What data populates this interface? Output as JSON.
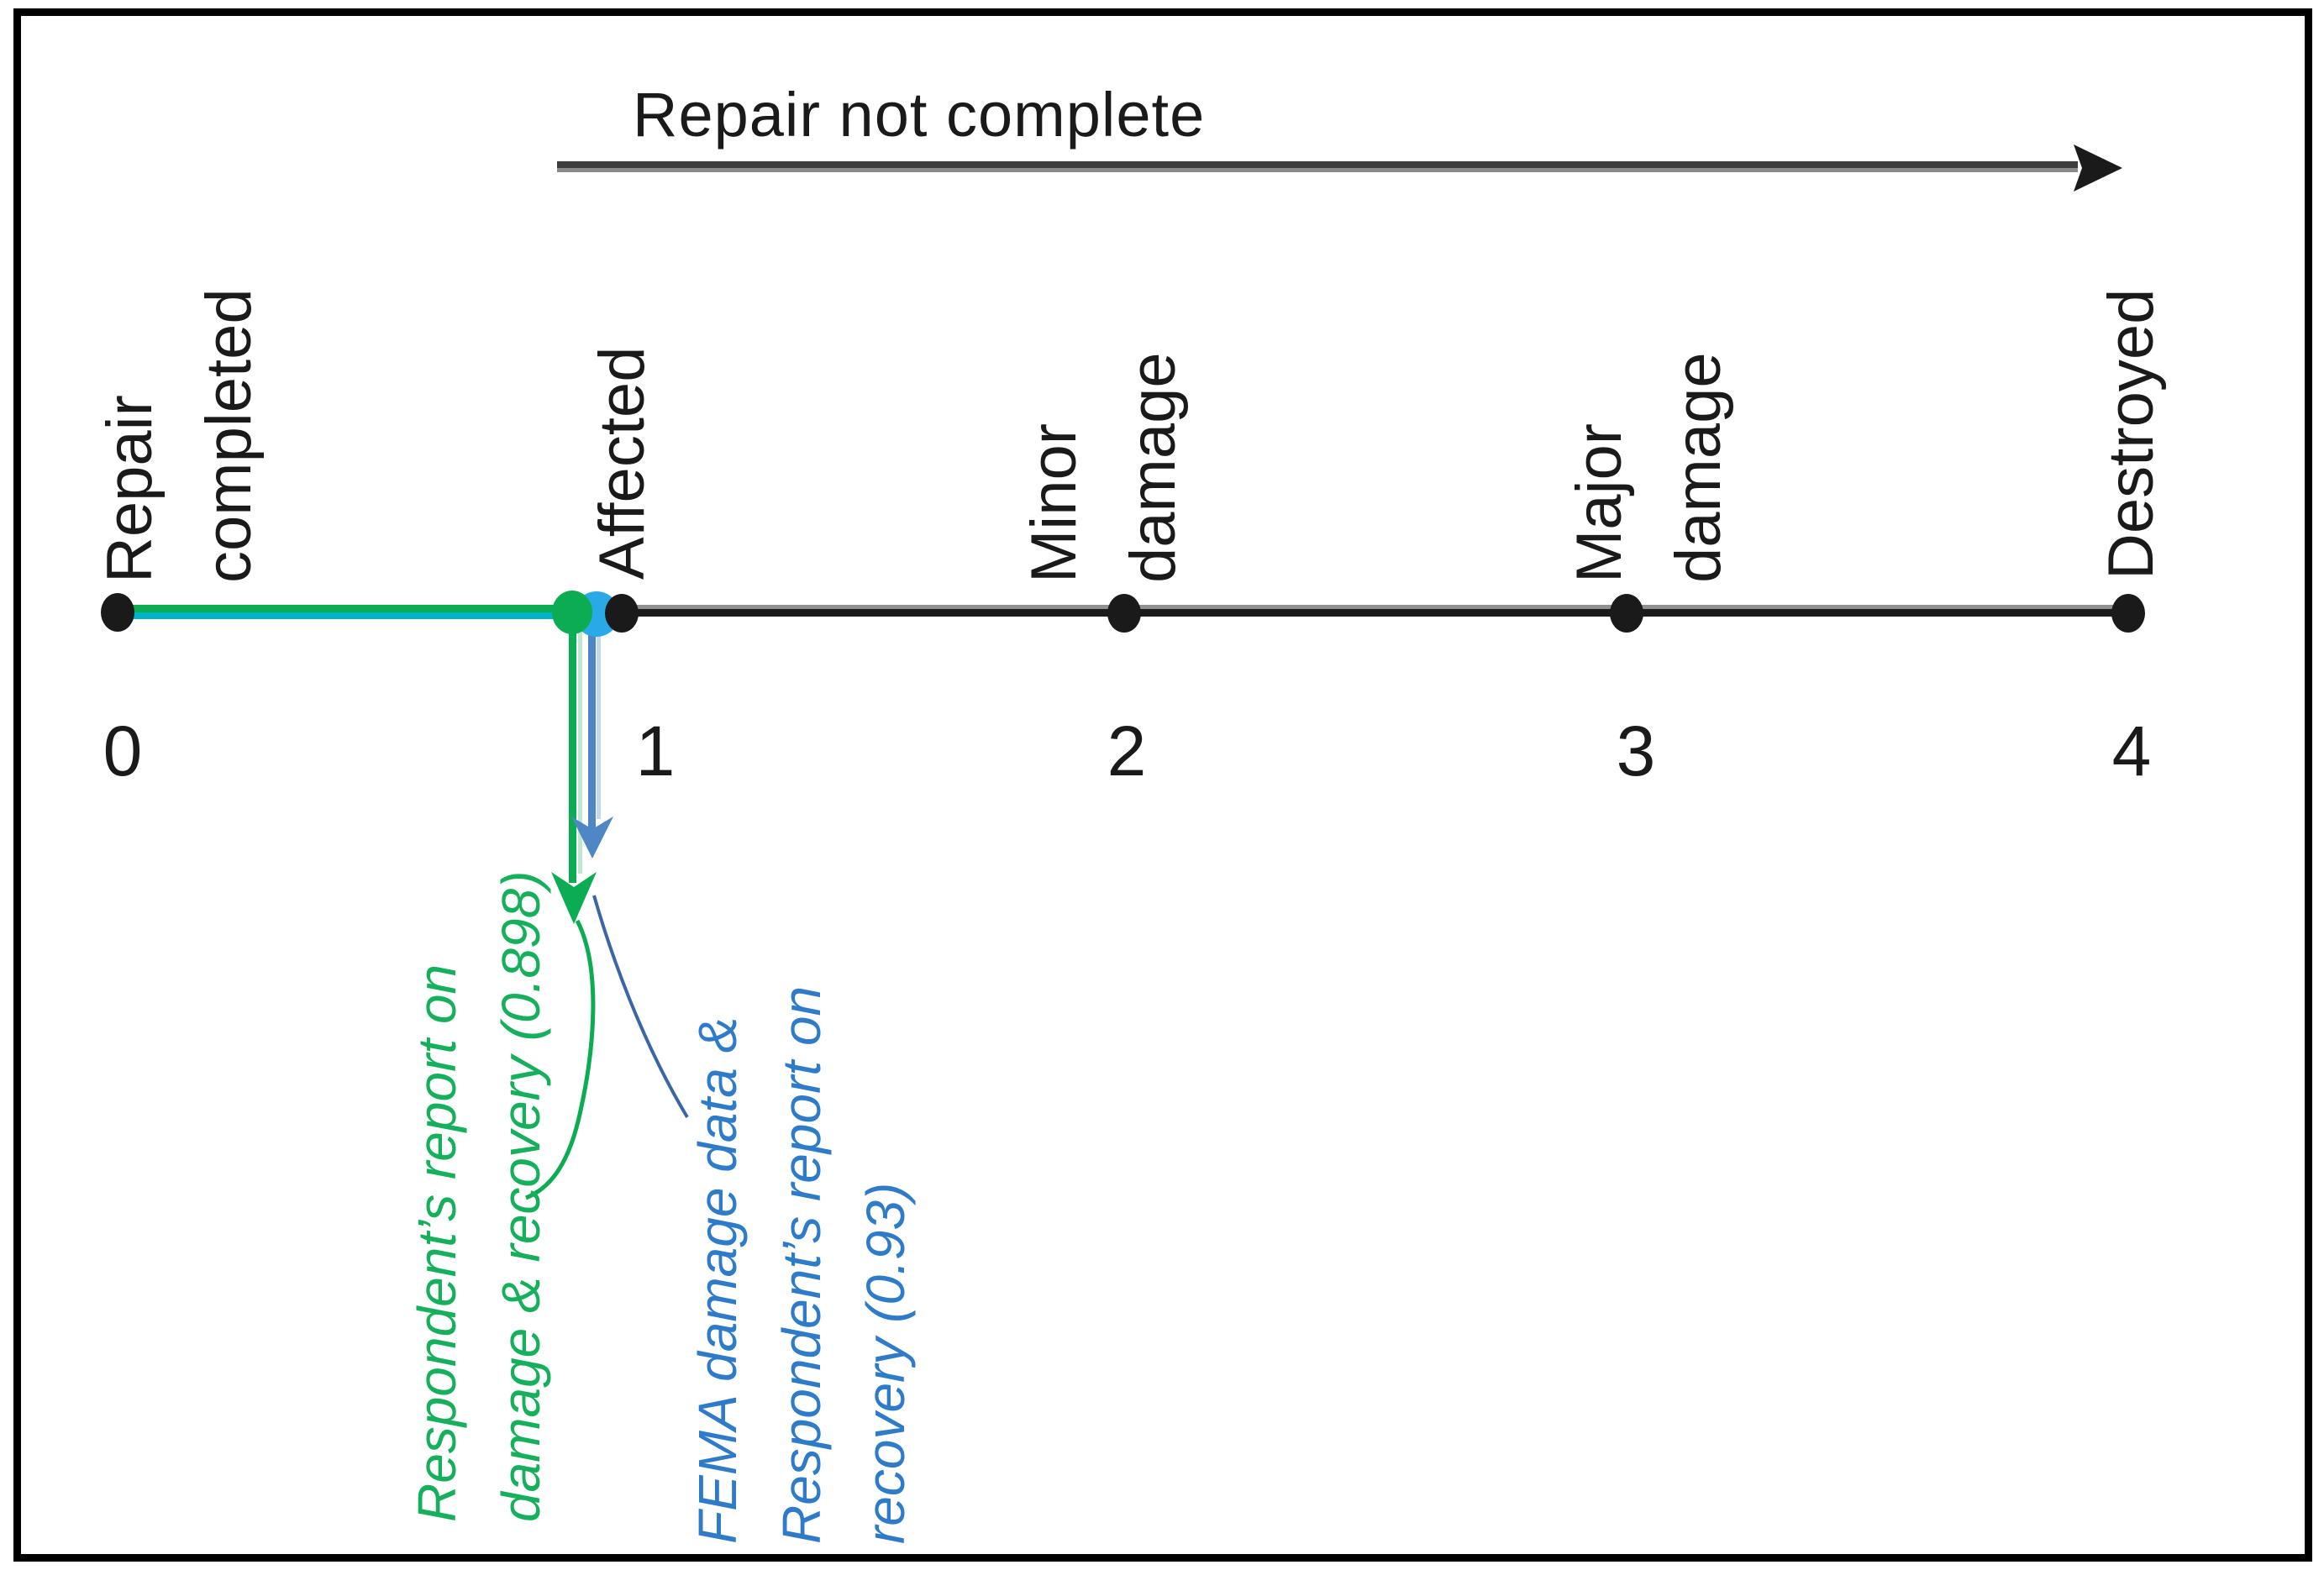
{
  "header": {
    "title": "Repair not complete"
  },
  "axis": {
    "range": [
      0,
      4
    ],
    "points": [
      {
        "number": "0",
        "value": 0,
        "label_lines": [
          "Repair",
          "completed"
        ]
      },
      {
        "number": "1",
        "value": 1,
        "label_lines": [
          "Affected"
        ]
      },
      {
        "number": "2",
        "value": 2,
        "label_lines": [
          "Minor",
          "damage"
        ]
      },
      {
        "number": "3",
        "value": 3,
        "label_lines": [
          "Major",
          "damage"
        ]
      },
      {
        "number": "4",
        "value": 4,
        "label_lines": [
          "Destroyed"
        ]
      }
    ]
  },
  "annotations": {
    "green": {
      "lines": [
        "Respondent’s report on",
        "damage & recovery (0.898)"
      ],
      "position_value": 0.898
    },
    "blue": {
      "lines": [
        "FEMA damage data &",
        "Respondent’s report on",
        "recovery (0.93)"
      ],
      "position_value": 0.93
    }
  },
  "colors": {
    "ink": "#1a1a1a",
    "arrow_dark": "#3d3d3d",
    "arrow_gray": "#8a8a8a",
    "line_gray": "#919191",
    "green": "#0CAC52",
    "pale_green": "#BCE8CF",
    "teal": "#00B3CC",
    "marker_blue": "#29A9E8",
    "arrow_blue": "#4E86C6",
    "pale_blue": "#C4D9F0",
    "leader_blue": "#3A66A8",
    "text_green": "#16B05C",
    "text_blue": "#2E7CC9"
  }
}
